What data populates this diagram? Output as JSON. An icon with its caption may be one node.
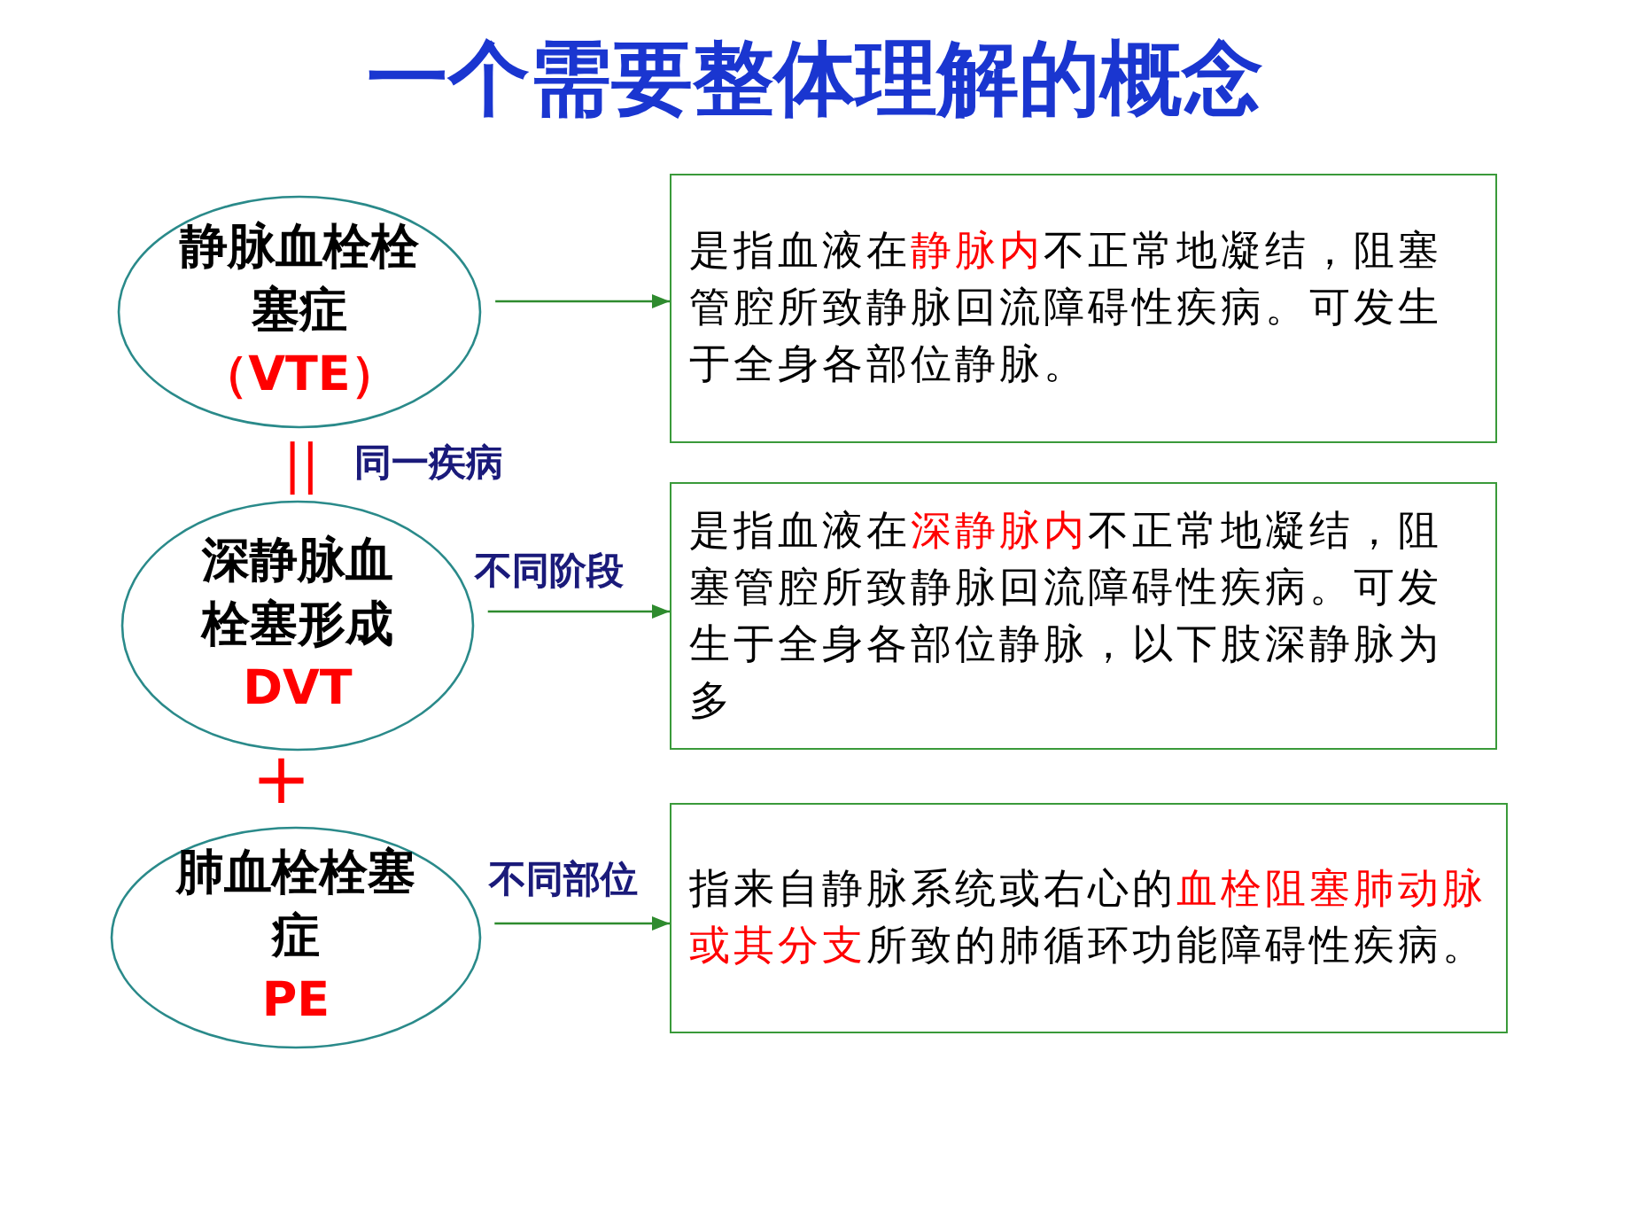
{
  "diagram": {
    "title": "一个需要整体理解的概念",
    "nodes": [
      {
        "text": [
          "静脉血栓栓塞症",
          "（VTE）"
        ]
      },
      {
        "text": [
          "深静脉血栓塞形成",
          "DVT"
        ]
      },
      {
        "text": [
          "肺血栓栓塞症",
          "PE"
        ]
      },
      {
        "text": [
          "是指血液在**静脉内**不正常地凝结，阻塞管腔所致静脉回流障碍性疾病。可发生于全身各部位静脉。"
        ]
      },
      {
        "text": [
          "是指血液在**深静脉内**不正常地凝结，阻塞管腔所致静脉回流障碍性疾病。可发生于全身各部位静脉，以下肢深静脉为多"
        ]
      },
      {
        "text": [
          "指来自静脉系统或右心的**血栓阻塞肺动脉或其分支**所致的肺循环功能障碍性疾病。"
        ]
      }
    ],
    "edges": [
      {
        "from": 0,
        "to": 3,
        "arrow": "to"
      },
      {
        "from": 1,
        "to": 4,
        "arrow": "to",
        "label": "不同阶段"
      },
      {
        "from": 2,
        "to": 5,
        "arrow": "to",
        "label": "不同部位"
      }
    ],
    "labels": [
      "||",
      "同一疾病",
      "+"
    ]
  }
}
